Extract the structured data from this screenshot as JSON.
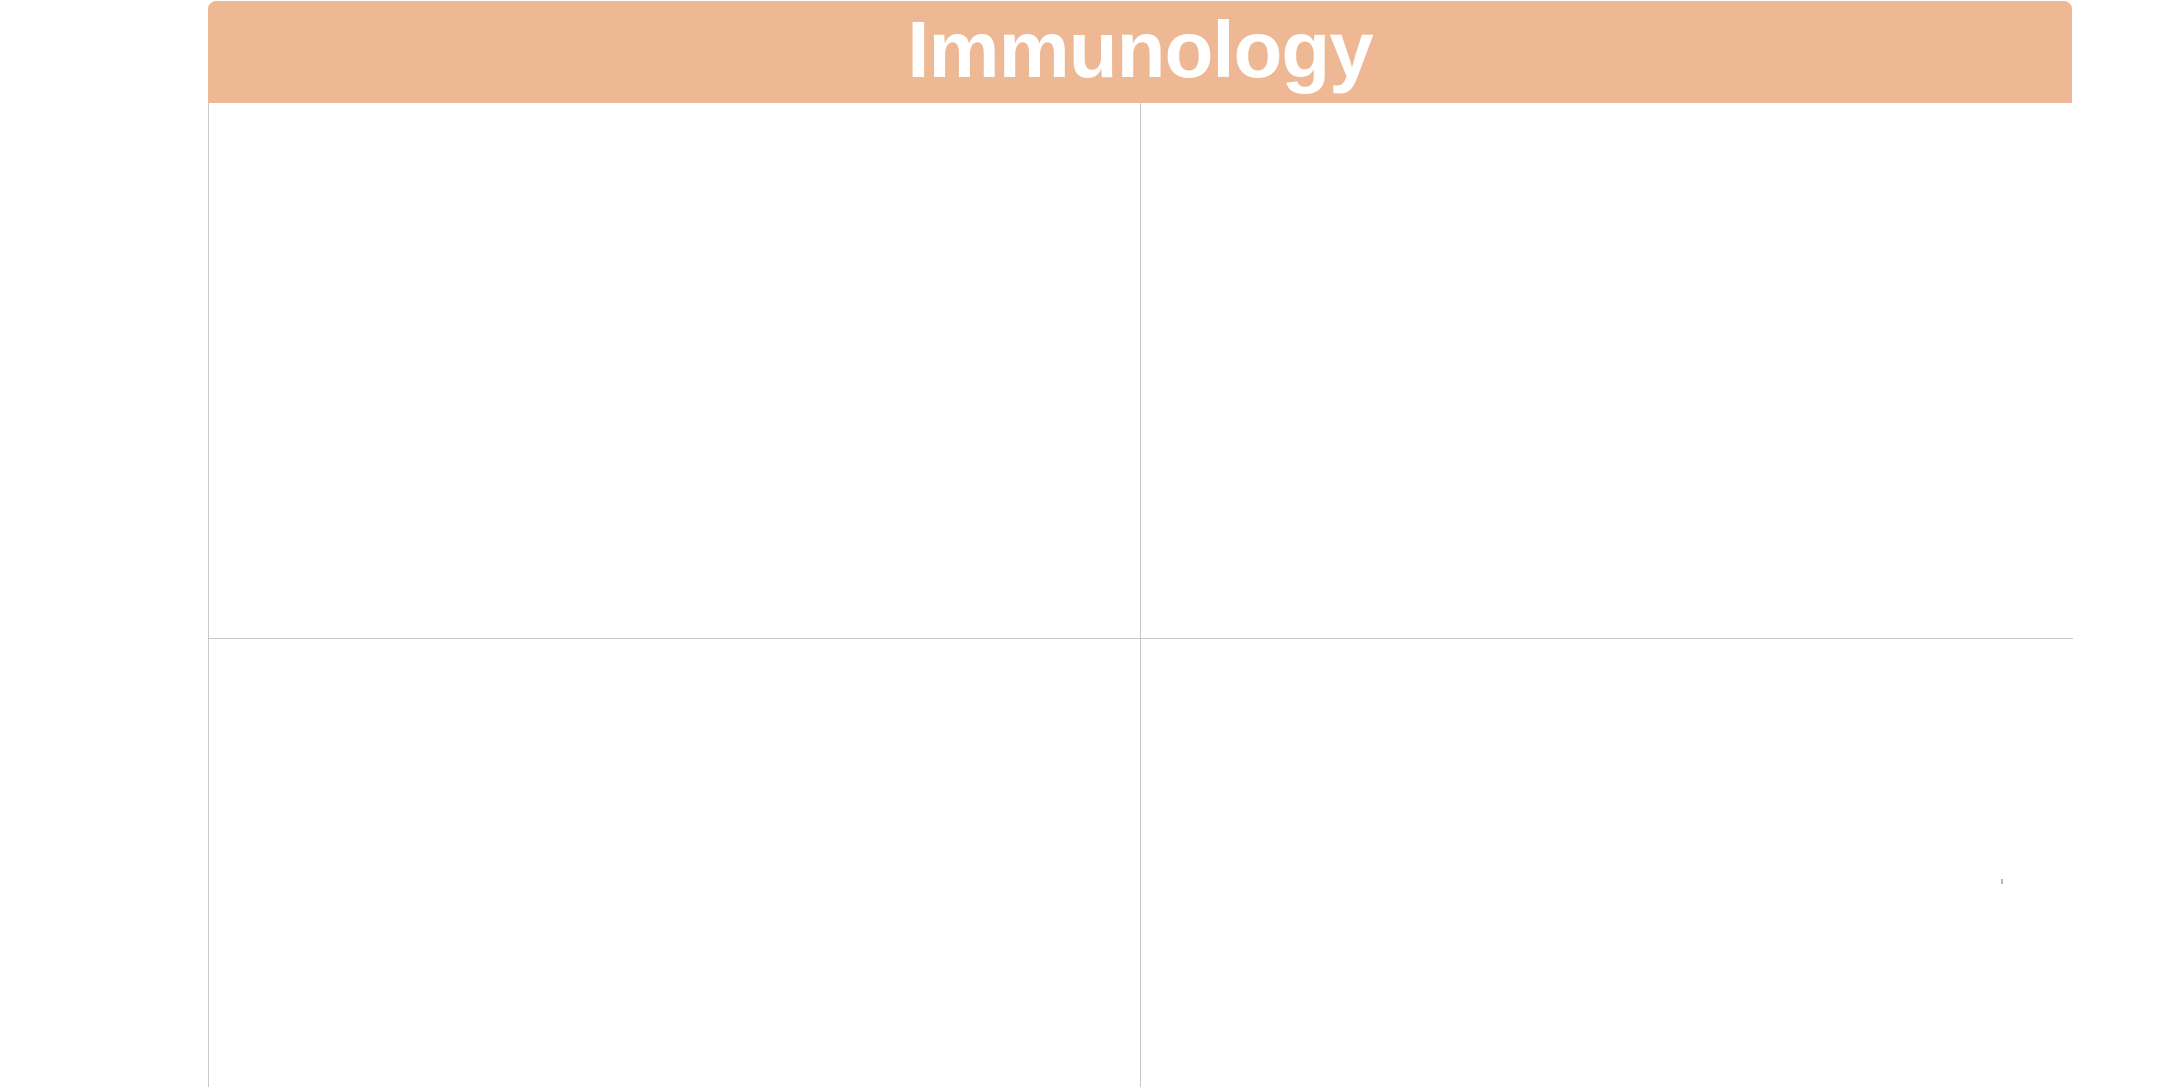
{
  "board": {
    "title": "Immunology",
    "header_color": "#edb893",
    "grid_line_color": "#c8c8c8"
  },
  "quadrants": [
    {
      "position": "top-left",
      "content": ""
    },
    {
      "position": "top-right",
      "content": ""
    },
    {
      "position": "bottom-left",
      "content": ""
    },
    {
      "position": "bottom-right",
      "content": ""
    }
  ]
}
